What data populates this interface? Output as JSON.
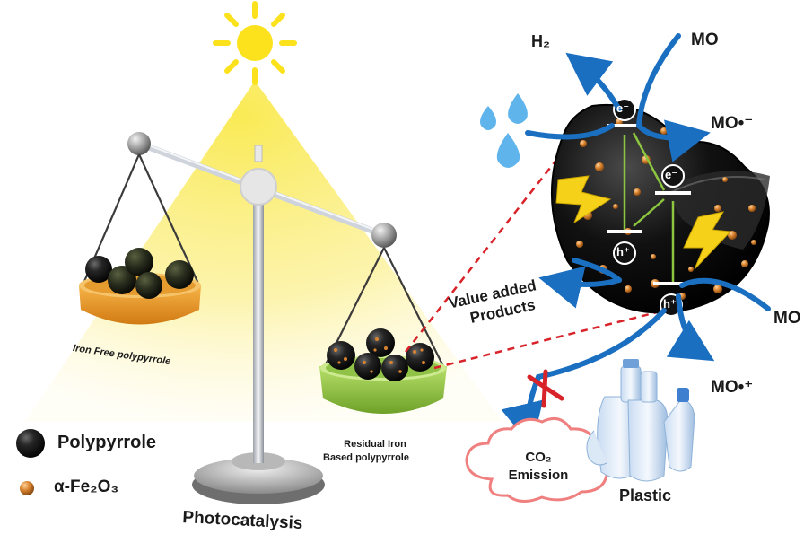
{
  "labels": {
    "h2": "H₂",
    "mo_top": "MO",
    "mo_radical_minus": "MO•⁻",
    "mo_right": "MO",
    "mo_radical_plus": "MO•⁺",
    "value_added_line1": "Value added",
    "value_added_line2": "Products",
    "iron_free": "Iron Free polypyrrole",
    "residual_line1": "Residual Iron",
    "residual_line2": "Based polypyrrole",
    "co2_line1": "CO₂",
    "co2_line2": "Emission",
    "plastic": "Plastic",
    "photocatalysis": "Photocatalysis",
    "electron_1": "e⁻",
    "electron_2": "e⁻",
    "hole_1": "h⁺",
    "hole_2": "h⁺"
  },
  "legend": {
    "polypyrrole": "Polypyrrole",
    "fe2o3": "α-Fe₂O₃"
  },
  "colors": {
    "light_beam": "#f7e34a",
    "sun": "#fbe21d",
    "orange_bowl": "#f0a22a",
    "green_bowl": "#9bcf4b",
    "arrow_blue": "#1b6fc0",
    "red_dash": "#d8232a",
    "particle_orange": "#c8722a",
    "sphere_black": "#141414"
  }
}
